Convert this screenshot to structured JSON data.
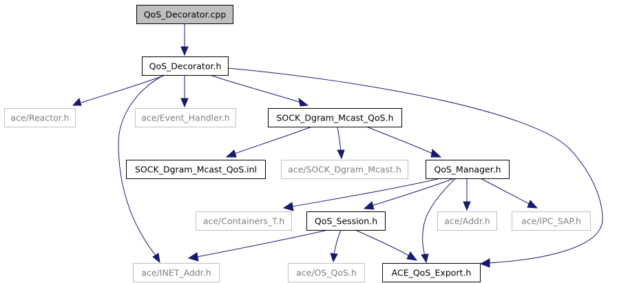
{
  "diagram": {
    "colors": {
      "edge": "#191970",
      "root_fill": "#bfbfbf",
      "node_border": "#000000",
      "missing_border": "#bfbfbf",
      "missing_text": "#7f7f7f",
      "text": "#000000"
    },
    "nodes": [
      {
        "id": "qos_decorator_cpp",
        "label": "QoS_Decorator.cpp",
        "kind": "root"
      },
      {
        "id": "qos_decorator_h",
        "label": "QoS_Decorator.h",
        "kind": "documented"
      },
      {
        "id": "ace_reactor_h",
        "label": "ace/Reactor.h",
        "kind": "external"
      },
      {
        "id": "ace_event_handler_h",
        "label": "ace/Event_Handler.h",
        "kind": "external"
      },
      {
        "id": "sock_dgram_mcast_qos_h",
        "label": "SOCK_Dgram_Mcast_QoS.h",
        "kind": "documented"
      },
      {
        "id": "sock_dgram_mcast_qos_inl",
        "label": "SOCK_Dgram_Mcast_QoS.inl",
        "kind": "documented"
      },
      {
        "id": "ace_sock_dgram_mcast_h",
        "label": "ace/SOCK_Dgram_Mcast.h",
        "kind": "external"
      },
      {
        "id": "qos_manager_h",
        "label": "QoS_Manager.h",
        "kind": "documented"
      },
      {
        "id": "ace_containers_t_h",
        "label": "ace/Containers_T.h",
        "kind": "external"
      },
      {
        "id": "qos_session_h",
        "label": "QoS_Session.h",
        "kind": "documented"
      },
      {
        "id": "ace_addr_h",
        "label": "ace/Addr.h",
        "kind": "external"
      },
      {
        "id": "ace_ipc_sap_h",
        "label": "ace/IPC_SAP.h",
        "kind": "external"
      },
      {
        "id": "ace_inet_addr_h",
        "label": "ace/INET_Addr.h",
        "kind": "external"
      },
      {
        "id": "ace_os_qos_h",
        "label": "ace/OS_QoS.h",
        "kind": "external"
      },
      {
        "id": "ace_qos_export_h",
        "label": "ACE_QoS_Export.h",
        "kind": "documented"
      }
    ],
    "edges": [
      {
        "from": "qos_decorator_cpp",
        "to": "qos_decorator_h"
      },
      {
        "from": "qos_decorator_h",
        "to": "ace_reactor_h"
      },
      {
        "from": "qos_decorator_h",
        "to": "ace_event_handler_h"
      },
      {
        "from": "qos_decorator_h",
        "to": "sock_dgram_mcast_qos_h"
      },
      {
        "from": "qos_decorator_h",
        "to": "ace_inet_addr_h"
      },
      {
        "from": "qos_decorator_h",
        "to": "ace_qos_export_h"
      },
      {
        "from": "sock_dgram_mcast_qos_h",
        "to": "sock_dgram_mcast_qos_inl"
      },
      {
        "from": "sock_dgram_mcast_qos_h",
        "to": "ace_sock_dgram_mcast_h"
      },
      {
        "from": "sock_dgram_mcast_qos_h",
        "to": "qos_manager_h"
      },
      {
        "from": "qos_manager_h",
        "to": "ace_containers_t_h"
      },
      {
        "from": "qos_manager_h",
        "to": "qos_session_h"
      },
      {
        "from": "qos_manager_h",
        "to": "ace_addr_h"
      },
      {
        "from": "qos_manager_h",
        "to": "ace_ipc_sap_h"
      },
      {
        "from": "qos_manager_h",
        "to": "ace_qos_export_h"
      },
      {
        "from": "qos_session_h",
        "to": "ace_inet_addr_h"
      },
      {
        "from": "qos_session_h",
        "to": "ace_os_qos_h"
      },
      {
        "from": "qos_session_h",
        "to": "ace_qos_export_h"
      }
    ]
  }
}
